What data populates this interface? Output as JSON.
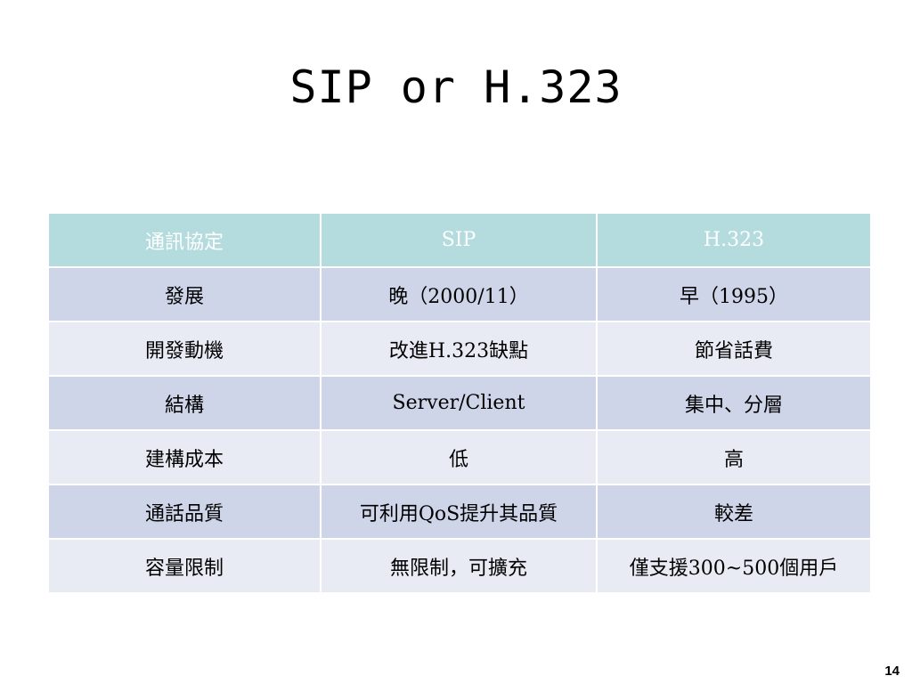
{
  "slide": {
    "title": "SIP or H.323",
    "page_number": "14"
  },
  "table": {
    "headers": [
      "通訊協定",
      "SIP",
      "H.323"
    ],
    "rows": [
      [
        "發展",
        "晚（2000/11）",
        "早（1995）"
      ],
      [
        "開發動機",
        "改進H.323缺點",
        "節省話費"
      ],
      [
        "結構",
        "Server/Client",
        "集中、分層"
      ],
      [
        "建構成本",
        "低",
        "高"
      ],
      [
        "通話品質",
        "可利用QoS提升其品質",
        "較差"
      ],
      [
        "容量限制",
        "無限制，可擴充",
        "僅支援300~500個用戶"
      ]
    ]
  },
  "colors": {
    "header_bg": "#b4dcde",
    "row_dark_bg": "#ced5e9",
    "row_light_bg": "#e8ebf4",
    "header_text": "#ffffff"
  }
}
